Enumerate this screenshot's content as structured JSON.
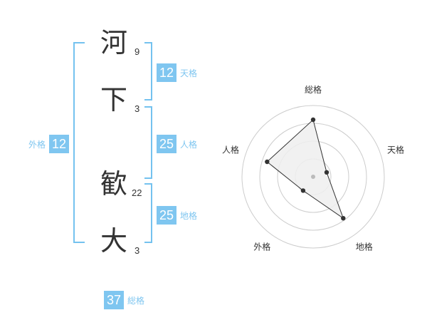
{
  "colors": {
    "accent": "#7fc6f0",
    "bracket": "#74c2ef",
    "text": "#333333",
    "grid": "#cccccc",
    "fill": "#eeeeee",
    "dot": "#333333",
    "center_dot": "#bbbbbb"
  },
  "name": {
    "chars": [
      {
        "char": "河",
        "strokes": "9"
      },
      {
        "char": "下",
        "strokes": "3"
      },
      {
        "char": "歓",
        "strokes": "22"
      },
      {
        "char": "大",
        "strokes": "3"
      }
    ]
  },
  "kaku": {
    "tenkaku": {
      "value": "12",
      "label": "天格"
    },
    "jinkaku": {
      "value": "25",
      "label": "人格"
    },
    "chikaku": {
      "value": "25",
      "label": "地格"
    },
    "gaikaku": {
      "value": "12",
      "label": "外格"
    },
    "soukaku": {
      "value": "37",
      "label": "総格"
    }
  },
  "chart_data": {
    "type": "radar",
    "axes": [
      "総格",
      "天格",
      "地格",
      "外格",
      "人格"
    ],
    "values": [
      4.0,
      1.0,
      3.6,
      1.2,
      3.4
    ],
    "max": 5,
    "rings": 4
  }
}
